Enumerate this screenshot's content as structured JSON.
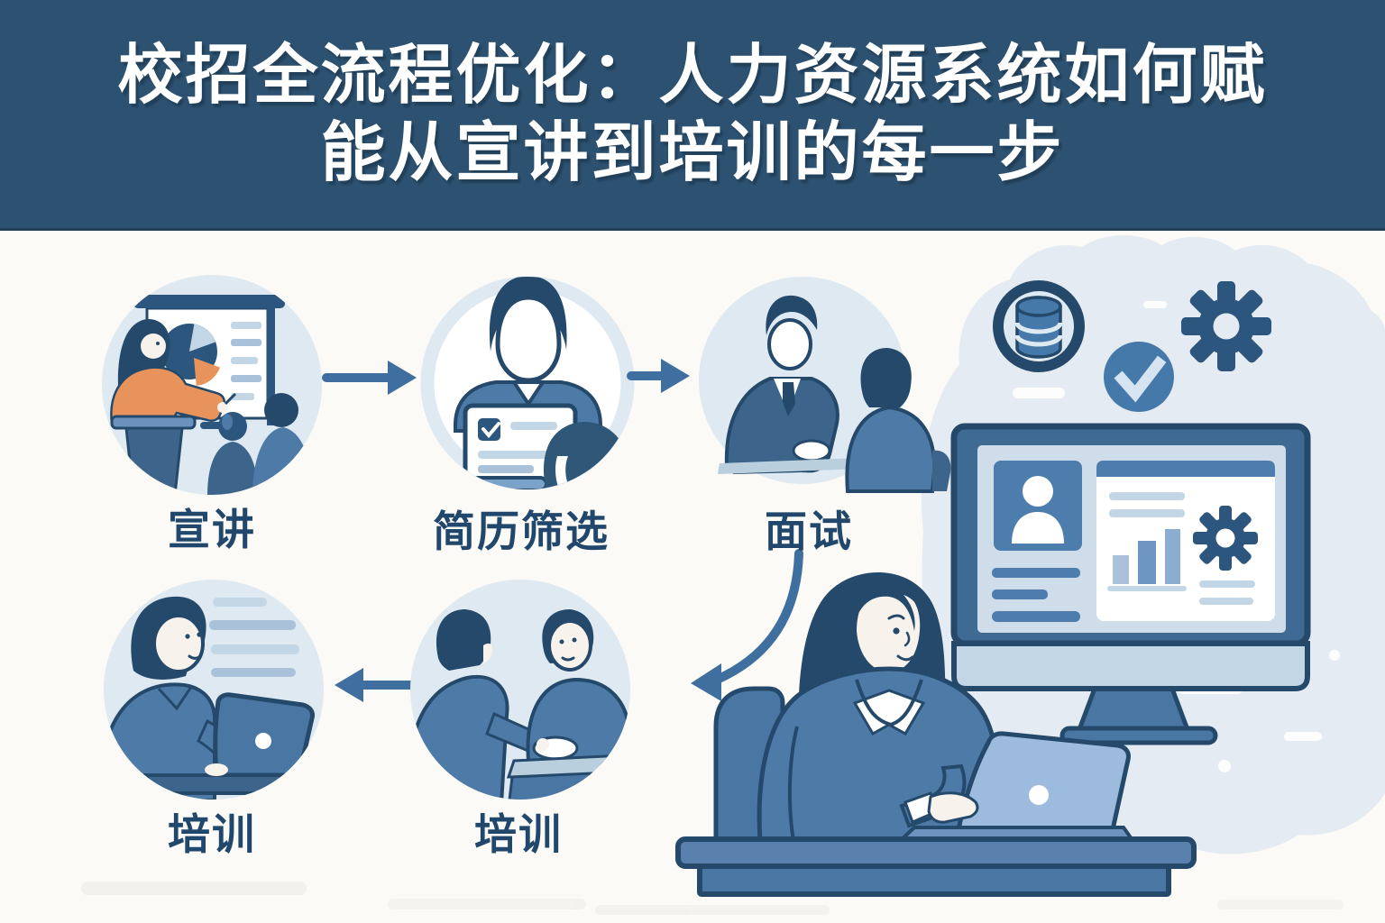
{
  "banner": {
    "title_line1": "校招全流程优化：人力资源系统如何赋",
    "title_line2": "能从宣讲到培训的每一步"
  },
  "steps": [
    {
      "id": "presentation",
      "label": "宣讲"
    },
    {
      "id": "resume-screening",
      "label": "简历筛选"
    },
    {
      "id": "interview",
      "label": "面试"
    },
    {
      "id": "training-elearning",
      "label": "培训"
    },
    {
      "id": "training-mentoring",
      "label": "培训"
    }
  ],
  "hr_system": {
    "icons": [
      {
        "name": "database-icon"
      },
      {
        "name": "checkmark-icon"
      },
      {
        "name": "gear-icon"
      }
    ],
    "monitor_panels": [
      {
        "name": "candidate-profile-card"
      },
      {
        "name": "analytics-dashboard"
      }
    ]
  },
  "colors": {
    "banner_bg": "#2d5271",
    "banner_text": "#ffffff",
    "label_text": "#21486c",
    "arrow": "#3e6f9f",
    "circle_fill": "#dfe9f1",
    "cloud": "#e4ebf3",
    "navy": "#24496b",
    "primary_blue": "#4d7aa7",
    "dark_blue": "#2d567e",
    "suit_blue": "#3d648a",
    "steel_blue": "#4479aa",
    "slate_blue": "#4a76a3",
    "desk_blue": "#5a81ad",
    "pale_blue": "#9dbcdd",
    "monitor_frame": "#3f6a94",
    "screen_bg": "#cfdcea",
    "panel_blue": "#4c7dad",
    "light_blue": "#c3d6e6",
    "light_blue_2": "#a9c2da",
    "table_blue": "#b9cfde",
    "skin": "#f7f2ec",
    "accent_orange": "#e8935c",
    "check_mark": "#d6e3f0",
    "background": "#fbfaf6",
    "white": "#ffffff"
  }
}
